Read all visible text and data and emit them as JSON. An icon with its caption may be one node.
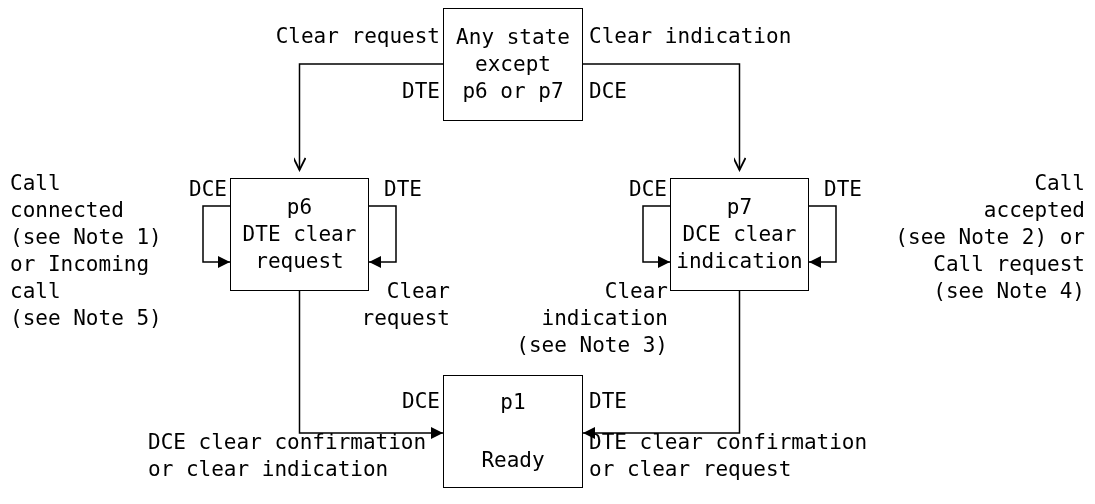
{
  "diagram": {
    "nodes": [
      {
        "text": [
          "Any state except p6 or p7"
        ]
      },
      {
        "text": [
          "p6",
          "DTE clear request"
        ]
      },
      {
        "text": [
          "p7",
          "DCE clear indication"
        ]
      },
      {
        "text": [
          "p1",
          "Ready"
        ]
      }
    ],
    "edges": [
      {
        "from": 0,
        "to": 1,
        "arrow": "to",
        "label": "Clear request"
      },
      {
        "from": 0,
        "to": 2,
        "arrow": "to",
        "label": "Clear indication"
      },
      {
        "from": 1,
        "to": 1,
        "arrow": "to",
        "label": "Call connected (see Note 1) or Incoming call (see Note 5)"
      },
      {
        "from": 1,
        "to": 1,
        "arrow": "to",
        "label": "Clear request"
      },
      {
        "from": 2,
        "to": 2,
        "arrow": "to",
        "label": "Clear indication (see Note 3)"
      },
      {
        "from": 2,
        "to": 2,
        "arrow": "to",
        "label": "Call accepted (see Note 2) or Call request (see Note 4)"
      },
      {
        "from": 1,
        "to": 3,
        "arrow": "to",
        "label": "DCE clear confirmation or clear indication"
      },
      {
        "from": 2,
        "to": 3,
        "arrow": "to",
        "label": "DTE clear confirmation or clear request"
      }
    ],
    "labels": [
      "DTE",
      "DCE",
      "DCE",
      "DTE",
      "DCE",
      "DTE",
      "DCE",
      "DTE"
    ]
  }
}
